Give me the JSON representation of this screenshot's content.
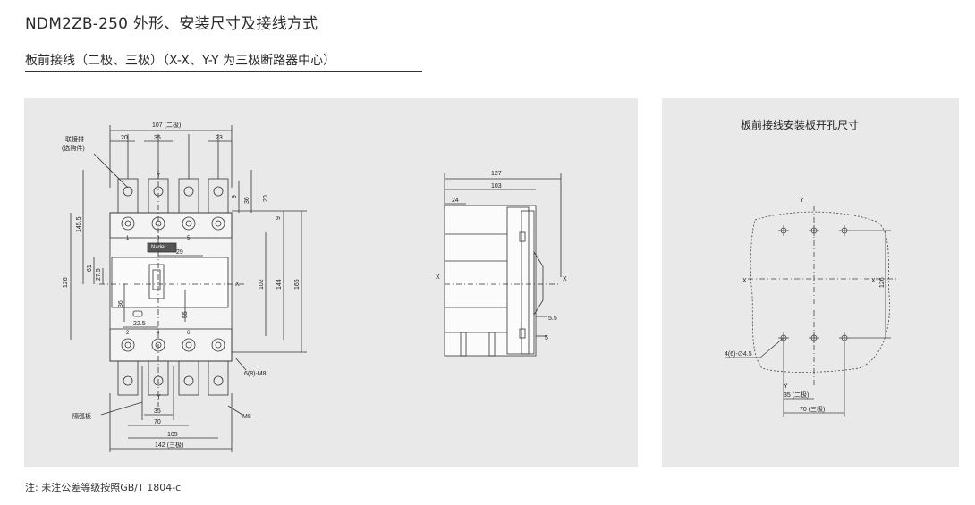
{
  "header": {
    "title": "NDM2ZB-250 外形、安装尺寸及接线方式",
    "subtitle": "板前接线（二极、三极）（X-X、Y-Y 为三极断路器中心）"
  },
  "front_view": {
    "top_total": "107 (二极)",
    "top_w20": "20",
    "top_w35": "35",
    "top_w23": "23",
    "connector_label": "联接排",
    "connector_sub": "(选购件)",
    "dim_145_5": "145.5",
    "dim_126": "126",
    "dim_61": "61",
    "dim_27_5": "27.5",
    "dim_36_left": "36",
    "dim_9_top": "9",
    "dim_36_top": "36",
    "dim_20_top": "20",
    "dim_9_right": "9",
    "dim_29": "29",
    "dim_102": "102",
    "dim_144": "144",
    "dim_165": "165",
    "dim_55": "55",
    "dim_22_5": "22.5",
    "axis_x": "X",
    "axis_y_top": "Y",
    "axis_y_bottom": "Y",
    "brand": "Nader",
    "pole_nums_top": [
      "1",
      "3",
      "5"
    ],
    "pole_nums_bottom": [
      "2",
      "4",
      "6"
    ],
    "screw_label": "6(8)-M8",
    "bolt_label": "M8",
    "barrier_label": "隔弧板",
    "bot_35": "35",
    "bot_70": "70",
    "bot_105": "105",
    "bot_142": "142 (三极)"
  },
  "side_view": {
    "dim_127": "127",
    "dim_103": "103",
    "dim_24": "24",
    "dim_5_5": "5.5",
    "dim_5": "5",
    "axis_x_left": "X",
    "axis_x_right": "X"
  },
  "cutout_view": {
    "title": "板前接线安装板开孔尺寸",
    "axis_y_top": "Y",
    "axis_y_bottom": "Y",
    "axis_x_left": "X",
    "axis_x_right": "X",
    "dim_126": "126",
    "hole_label": "4(6)-∅4.5",
    "dim_35": "35 (二极)",
    "dim_70": "70 (三极)"
  },
  "footer": {
    "note": "注: 未注公差等级按照GB/T 1804-c"
  },
  "colors": {
    "panel_bg": "#e9e9e9",
    "line": "#333333",
    "body_fill": "#ffffff"
  }
}
